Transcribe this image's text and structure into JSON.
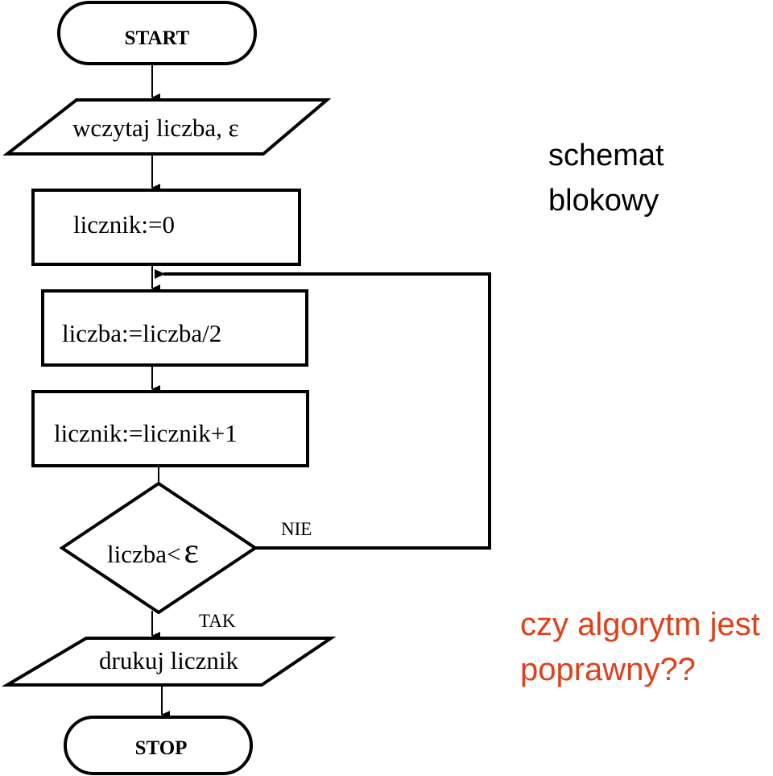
{
  "flowchart": {
    "start_label": "START",
    "input_label": "wczytaj liczba, ε",
    "init_label": "licznik:=0",
    "halve_label": "liczba:=liczba/2",
    "increment_label": "licznik:=licznik+1",
    "condition_label": "liczba<",
    "condition_symbol": "ε",
    "no_label": "NIE",
    "yes_label": "TAK",
    "output_label": "drukuj licznik",
    "stop_label": "STOP"
  },
  "caption": {
    "line1": "schemat",
    "line2": "blokowy"
  },
  "question": {
    "line1": "czy algorytm jest",
    "line2": "poprawny??",
    "color": "#e0401a"
  }
}
